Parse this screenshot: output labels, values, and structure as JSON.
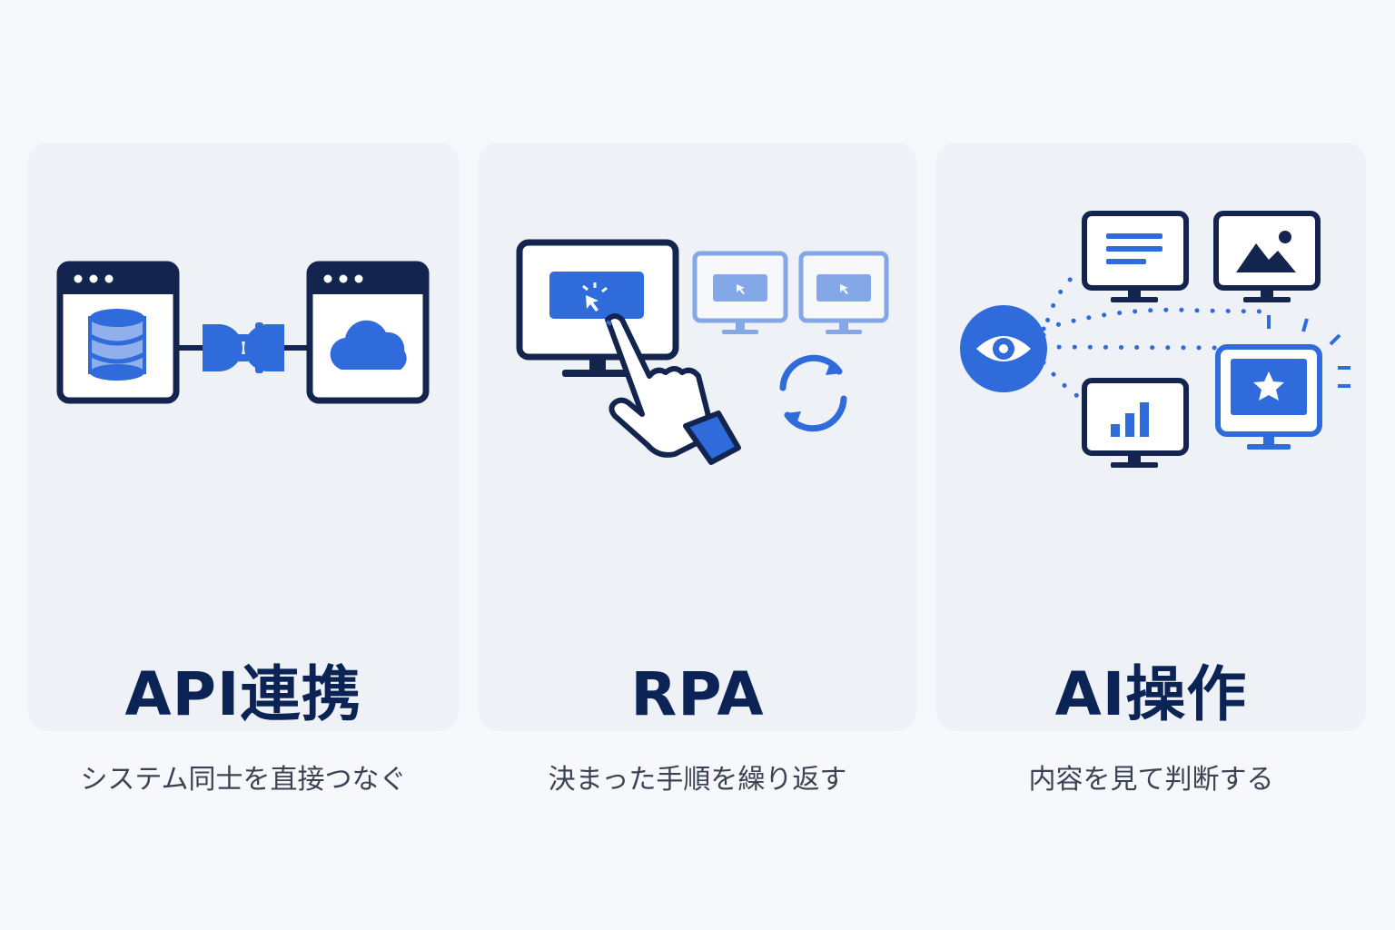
{
  "colors": {
    "navy": "#13254f",
    "blue": "#2f6bdb",
    "light_blue": "#8fb0ea",
    "card_bg": "#eef1f6",
    "page_bg": "#f7f8fb"
  },
  "cards": [
    {
      "title": "API連携",
      "subtitle": "システム同士を直接つなぐ",
      "icons": [
        "browser-window-icon",
        "database-icon",
        "plug-icon",
        "socket-icon",
        "cloud-icon"
      ]
    },
    {
      "title": "RPA",
      "subtitle": "決まった手順を繰り返す",
      "icons": [
        "monitor-icon",
        "click-button-icon",
        "pointing-hand-icon",
        "refresh-icon"
      ]
    },
    {
      "title": "AI操作",
      "subtitle": "内容を見て判断する",
      "icons": [
        "eye-icon",
        "document-monitor-icon",
        "image-monitor-icon",
        "chart-monitor-icon",
        "star-monitor-icon"
      ]
    }
  ]
}
